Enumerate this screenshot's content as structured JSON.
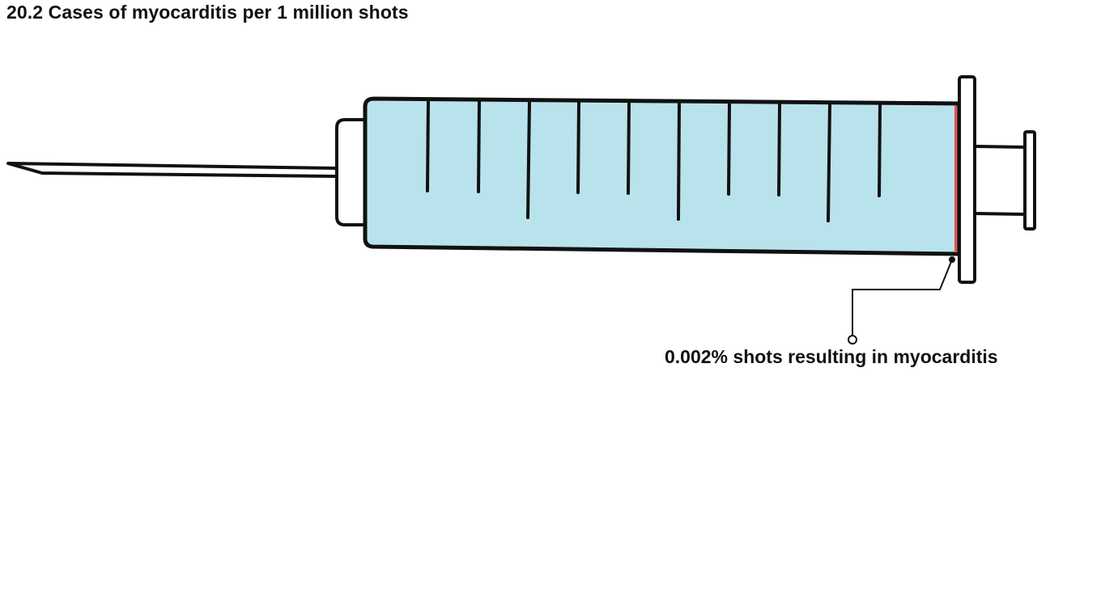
{
  "title": "20.2 Cases of myocarditis per 1 million shots",
  "callout": {
    "label": "0.002% shots resulting in myocarditis",
    "percent": 0.002
  },
  "colors": {
    "barrel_fill": "#b9e3ec",
    "highlight": "#e05555",
    "outline": "#111111",
    "background": "#ffffff"
  },
  "icon": "syringe-icon"
}
